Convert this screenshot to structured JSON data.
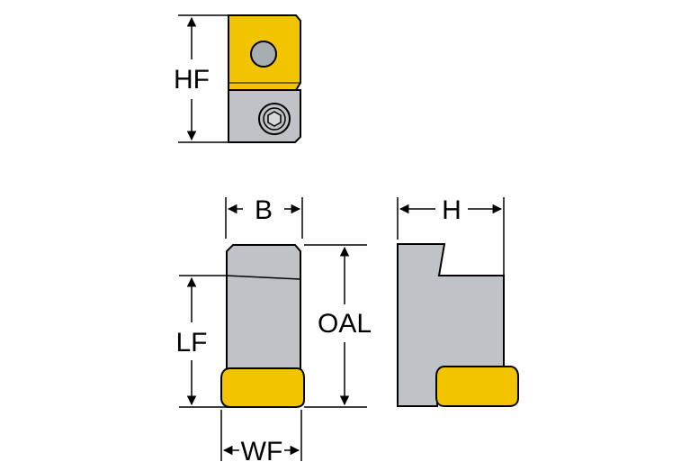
{
  "labels": {
    "hf": "HF",
    "b": "B",
    "h": "H",
    "oal": "OAL",
    "lf": "LF",
    "wf": "WF"
  },
  "colors": {
    "insert": "#F2C400",
    "body": "#BFC3C7",
    "outline": "#000000",
    "hole": "#A8ADB2"
  },
  "icons": {
    "top_view_hole": "circle-hole-icon",
    "hex_screw": "hex-socket-screw-icon"
  }
}
